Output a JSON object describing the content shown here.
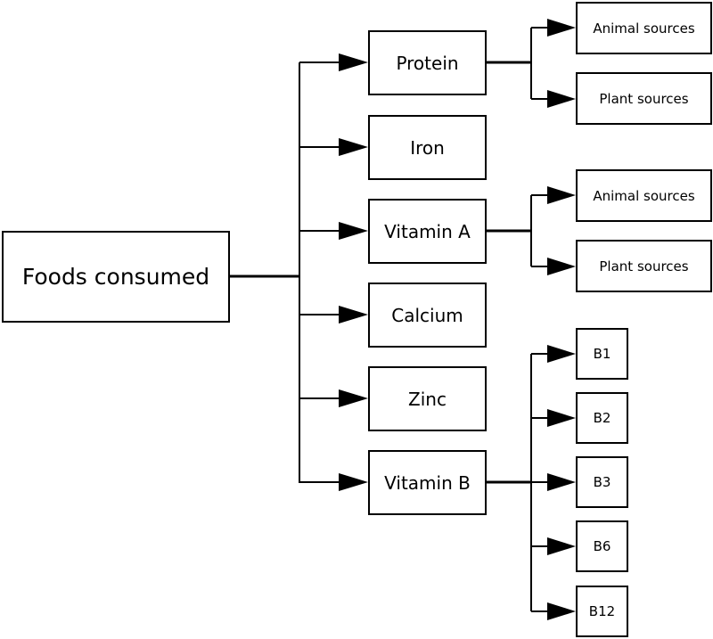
{
  "nodes": {
    "root": "Foods consumed",
    "protein": "Protein",
    "iron": "Iron",
    "vitamin_a": "Vitamin A",
    "calcium": "Calcium",
    "zinc": "Zinc",
    "vitamin_b": "Vitamin B",
    "protein_animal": "Animal sources",
    "protein_plant": "Plant sources",
    "vitamin_a_animal": "Animal sources",
    "vitamin_a_plant": "Plant sources",
    "b1": "B1",
    "b2": "B2",
    "b3": "B3",
    "b6": "B6",
    "b12": "B12"
  },
  "edges": [
    [
      "root",
      "protein"
    ],
    [
      "root",
      "iron"
    ],
    [
      "root",
      "vitamin_a"
    ],
    [
      "root",
      "calcium"
    ],
    [
      "root",
      "zinc"
    ],
    [
      "root",
      "vitamin_b"
    ],
    [
      "protein",
      "protein_animal"
    ],
    [
      "protein",
      "protein_plant"
    ],
    [
      "vitamin_a",
      "vitamin_a_animal"
    ],
    [
      "vitamin_a",
      "vitamin_a_plant"
    ],
    [
      "vitamin_b",
      "b1"
    ],
    [
      "vitamin_b",
      "b2"
    ],
    [
      "vitamin_b",
      "b3"
    ],
    [
      "vitamin_b",
      "b6"
    ],
    [
      "vitamin_b",
      "b12"
    ]
  ],
  "colors": {
    "line": "#000000",
    "box_border": "#000000",
    "background": "#ffffff"
  }
}
